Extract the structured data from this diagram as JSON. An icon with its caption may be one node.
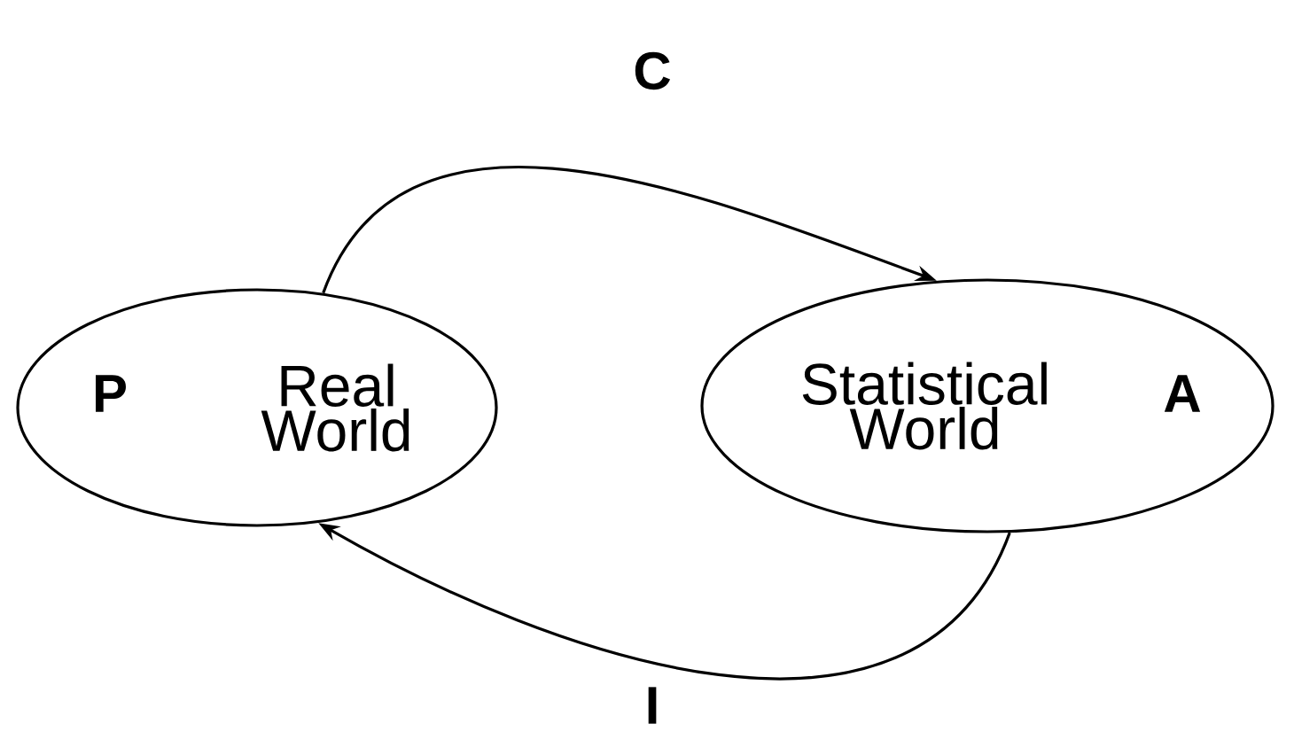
{
  "diagram": {
    "nodes": [
      {
        "text": [
          "P",
          "Real World"
        ]
      },
      {
        "text": [
          "Statistical World",
          "A"
        ]
      }
    ],
    "edges": [
      {
        "from": 0,
        "to": 1,
        "arrow": "to",
        "label": "C"
      },
      {
        "from": 1,
        "to": 0,
        "arrow": "to",
        "label": "I"
      }
    ]
  }
}
